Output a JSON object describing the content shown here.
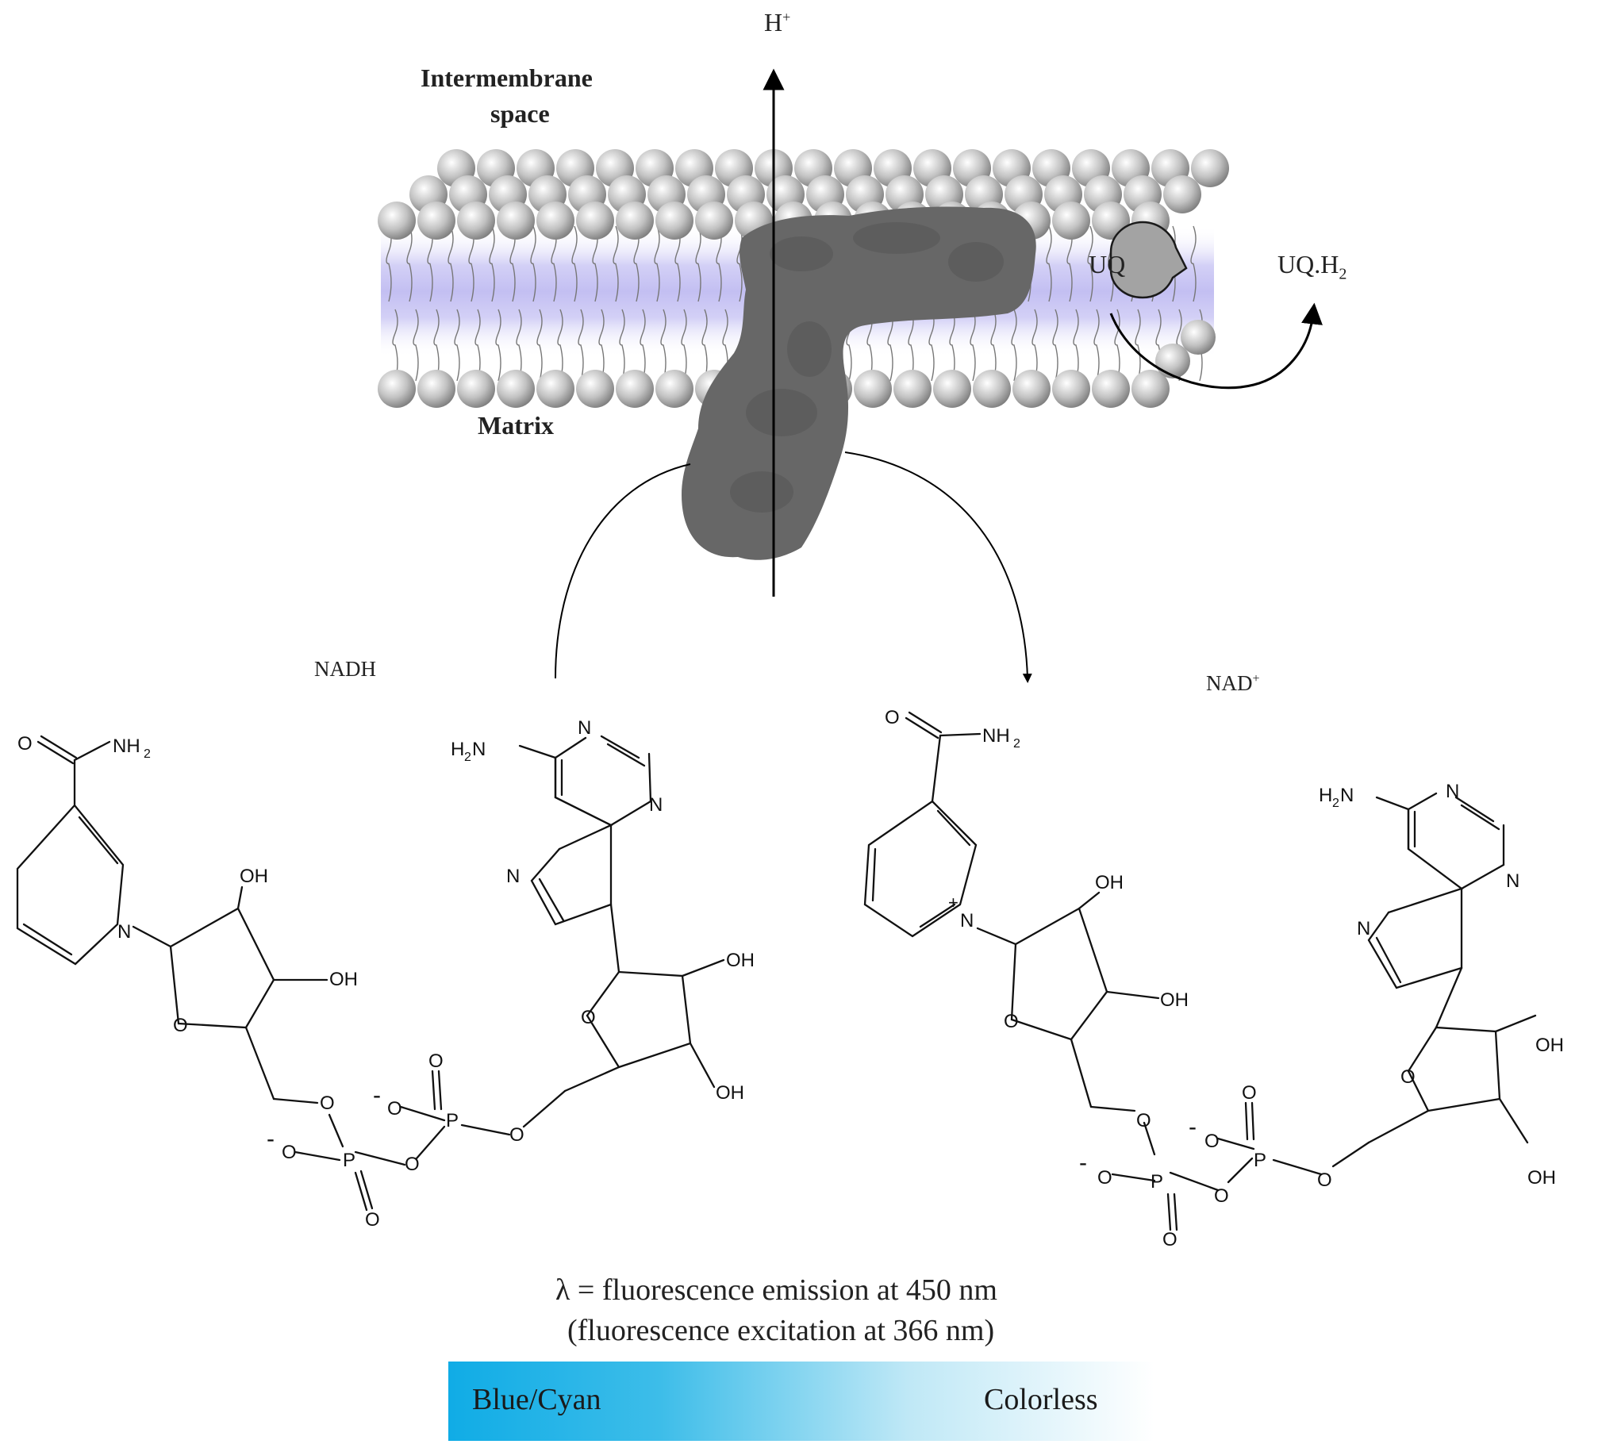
{
  "labels": {
    "proton": "H",
    "proton_charge": "+",
    "intermembrane_line1": "Intermembrane",
    "intermembrane_line2": "space",
    "matrix": "Matrix",
    "uq": "UQ",
    "uqh2_base": "UQ.H",
    "uqh2_sub": "2",
    "nadh": "NADH",
    "nad_base": "NAD",
    "nad_charge": "+"
  },
  "chem_labels": {
    "O": "O",
    "NH2": "NH",
    "H2N": "H",
    "two": "2",
    "N": "N",
    "OH": "OH",
    "P": "P",
    "minus": "-",
    "plus": "+"
  },
  "caption": {
    "line1": "λ = fluorescence emission at 450 nm",
    "line2": "(fluorescence excitation at 366 nm)"
  },
  "color_scale": {
    "left_label": "Blue/Cyan",
    "right_label": "Colorless",
    "left_color": "#10ace6",
    "right_color": "#ffffff"
  },
  "colors": {
    "protein": "#6b6b6b",
    "membrane_band": "#c9c6f4",
    "lipid_head": "#b5b5b5"
  }
}
